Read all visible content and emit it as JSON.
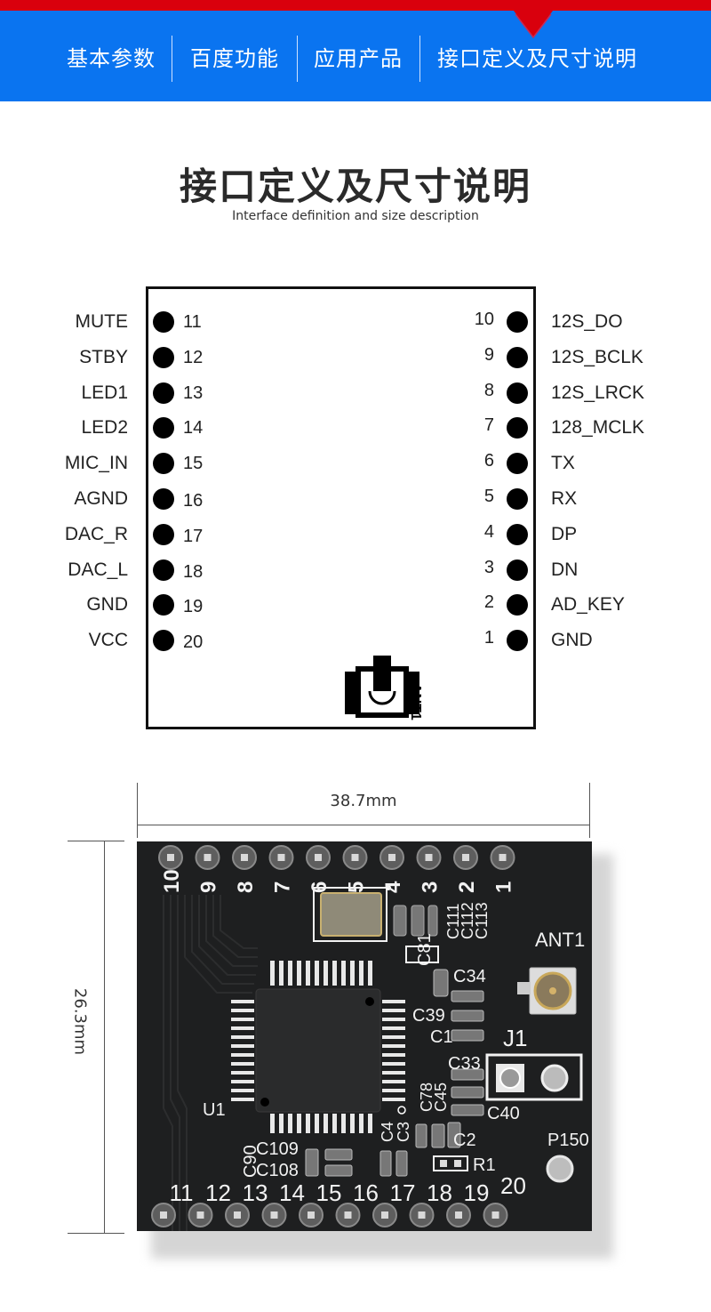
{
  "nav": {
    "items": [
      {
        "label": "基本参数"
      },
      {
        "label": "百度功能"
      },
      {
        "label": "应用产品"
      },
      {
        "label": "接口定义及尺寸说明",
        "active": true
      }
    ],
    "colors": {
      "bar": "#0a74f0",
      "accent": "#d9000d"
    }
  },
  "heading": {
    "title": "接口定义及尺寸说明",
    "subtitle": "Interface definition and size description"
  },
  "pinout": {
    "left_pins": [
      {
        "num": "11",
        "name": "MUTE"
      },
      {
        "num": "12",
        "name": "STBY"
      },
      {
        "num": "13",
        "name": "LED1"
      },
      {
        "num": "14",
        "name": "LED2"
      },
      {
        "num": "15",
        "name": "MIC_IN"
      },
      {
        "num": "16",
        "name": "AGND"
      },
      {
        "num": "17",
        "name": "DAC_R"
      },
      {
        "num": "18",
        "name": "DAC_L"
      },
      {
        "num": "19",
        "name": "GND"
      },
      {
        "num": "20",
        "name": "VCC"
      }
    ],
    "right_pins": [
      {
        "num": "10",
        "name": "12S_DO"
      },
      {
        "num": "9",
        "name": "12S_BCLK"
      },
      {
        "num": "8",
        "name": "12S_LRCK"
      },
      {
        "num": "7",
        "name": "128_MCLK"
      },
      {
        "num": "6",
        "name": "TX"
      },
      {
        "num": "5",
        "name": "RX"
      },
      {
        "num": "4",
        "name": "DP"
      },
      {
        "num": "3",
        "name": "DN"
      },
      {
        "num": "2",
        "name": "AD_KEY"
      },
      {
        "num": "1",
        "name": "GND"
      }
    ],
    "antenna_label": "ANT1"
  },
  "dimensions": {
    "width": "38.7mm",
    "height": "26.3mm"
  },
  "pcb": {
    "top_pin_labels": [
      "10",
      "9",
      "8",
      "7",
      "6",
      "5",
      "4",
      "3",
      "2",
      "1"
    ],
    "bottom_pin_labels": [
      "11",
      "12",
      "13",
      "14",
      "15",
      "16",
      "17",
      "18",
      "19",
      "20"
    ],
    "silkscreen": {
      "ant": "ANT1",
      "j1": "J1",
      "u1": "U1",
      "p150": "P150",
      "r1": "R1",
      "c111": "C111",
      "c112": "C112",
      "c113": "C113",
      "c34": "C34",
      "c81": "C81",
      "c39": "C39",
      "c1": "C1",
      "c33": "C33",
      "c78": "C78",
      "c45": "C45",
      "c40": "C40",
      "c4": "C4",
      "c3": "C3",
      "c2": "C2",
      "c90": "C90",
      "c109": "C109",
      "c108": "C108"
    }
  }
}
